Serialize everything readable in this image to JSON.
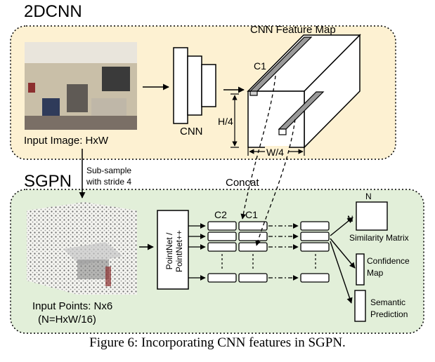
{
  "top_panel": {
    "title": "2DCNN",
    "input_label": "Input Image: HxW",
    "cnn_label": "CNN",
    "feature_map_label": "CNN Feature Map",
    "channel_label": "C1",
    "height_label": "H/4",
    "width_label": "W/4"
  },
  "link": {
    "subsample_line1": "Sub-sample",
    "subsample_line2": "with stride 4",
    "concat_label": "Concat"
  },
  "bottom_panel": {
    "title": "SGPN",
    "input_label_line1": "Input Points: Nx6",
    "input_label_line2": "(N=HxW/16)",
    "backbone_line1": "PointNet /",
    "backbone_line2": "PointNet++",
    "c2_label": "C2",
    "c1_label": "C1",
    "n_top": "N",
    "n_left": "N",
    "similarity_label": "Similarity Matrix",
    "confidence_line1": "Confidence",
    "confidence_line2": "Map",
    "semantic_line1": "Semantic",
    "semantic_line2": "Prediction"
  },
  "colors": {
    "top_fill": "#fdf1d2",
    "bottom_fill": "#e2efd9"
  },
  "caption": "Figure 6: Incorporating CNN features in SGPN."
}
